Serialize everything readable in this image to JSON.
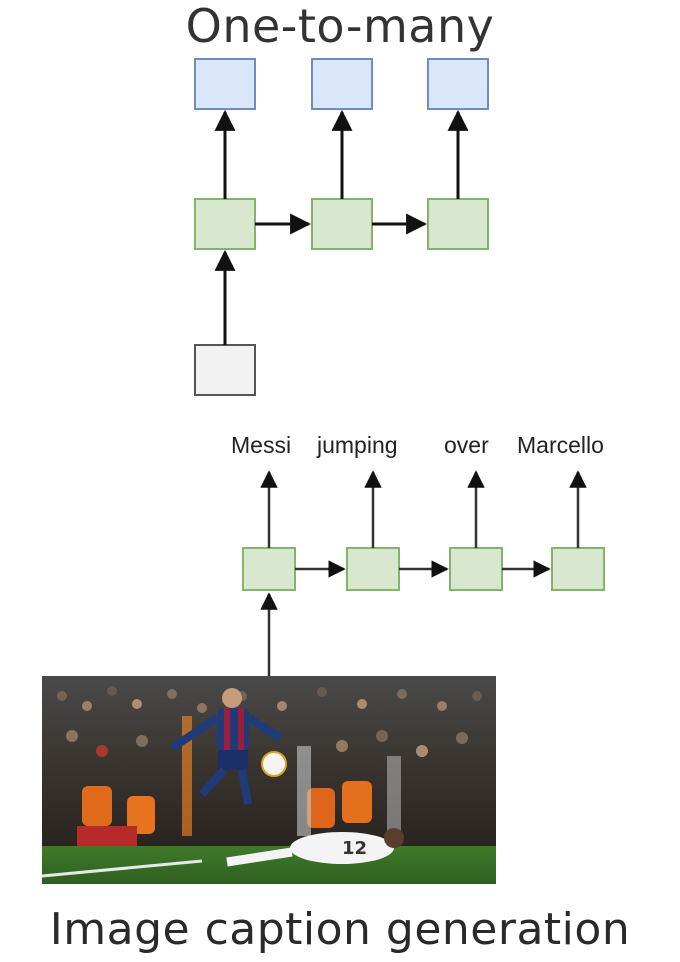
{
  "title": "One-to-many",
  "caption": "Image caption generation",
  "output_words": [
    "Messi",
    "jumping",
    "over",
    "Marcello"
  ],
  "colors": {
    "output_fill": "#dae6f9",
    "output_stroke": "#6d8ebf",
    "hidden_fill": "#d8e8cf",
    "hidden_stroke": "#84b36a",
    "input_fill": "#f2f2f2",
    "input_stroke": "#555555",
    "arrow": "#111111"
  },
  "photo": {
    "description_icon": "soccer-photo",
    "jersey_number": "12"
  }
}
